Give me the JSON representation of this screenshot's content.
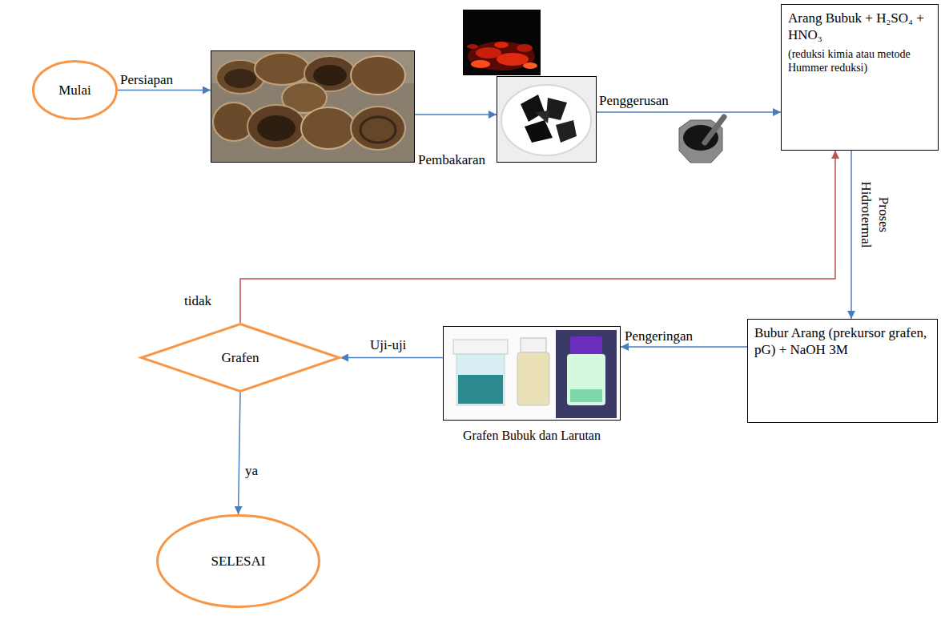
{
  "diagram": {
    "nodes": [
      {
        "text": [
          "Mulai"
        ]
      },
      {
        "text": []
      },
      {
        "text": []
      },
      {
        "text": [
          "Arang Bubuk + H₂SO₄ + HNO₃",
          "(reduksi kimia atau metode Hummer reduksi)"
        ]
      },
      {
        "text": [
          "Bubur Arang (prekursor grafen, pG) + NaOH 3M"
        ]
      },
      {
        "text": [
          "Grafen Bubuk dan Larutan"
        ]
      },
      {
        "text": [
          "Grafen"
        ]
      },
      {
        "text": [
          "SELESAI"
        ]
      }
    ],
    "edges": [
      {
        "from": 0,
        "to": 1,
        "label": "Persiapan",
        "arrow": "to"
      },
      {
        "from": 1,
        "to": 2,
        "label": "Pembakaran",
        "arrow": "to"
      },
      {
        "from": 2,
        "to": 3,
        "label": "Penggerusan",
        "arrow": "to"
      },
      {
        "from": 3,
        "to": 4,
        "label": "Proses Hidrotermal",
        "arrow": "to"
      },
      {
        "from": 4,
        "to": 5,
        "label": "Pengeringan",
        "arrow": "to"
      },
      {
        "from": 5,
        "to": 6,
        "label": "Uji-uji",
        "arrow": "to"
      },
      {
        "from": 6,
        "to": 3,
        "label": "tidak",
        "arrow": "to"
      },
      {
        "from": 6,
        "to": 7,
        "label": "ya",
        "arrow": "to"
      }
    ]
  }
}
